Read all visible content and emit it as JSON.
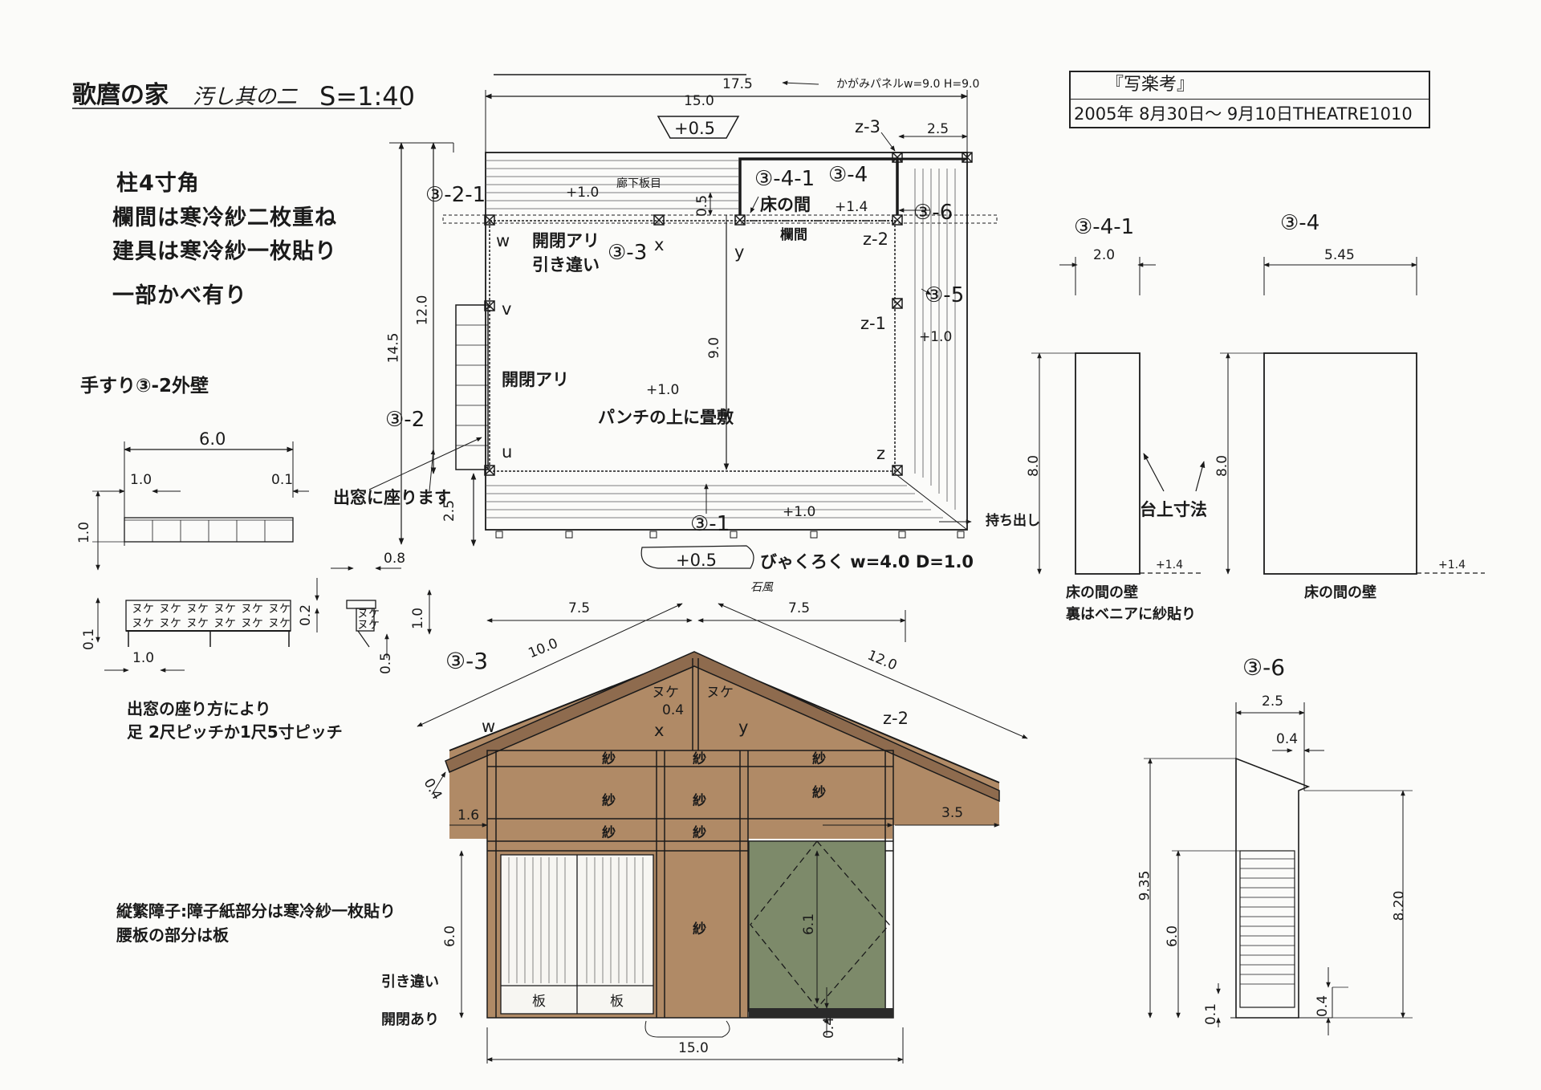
{
  "title": {
    "main": "歌麿の家",
    "sub": "汚し其の二",
    "scale": "S=1:40"
  },
  "production": {
    "name": "『写楽考』",
    "dates": "2005年 8月30日～ 9月10日THEATRE1010"
  },
  "notes": {
    "line1": "柱4寸角",
    "line2": "欄間は寒冷紗二枚重ね",
    "line3": "建具は寒冷紗一枚貼り",
    "line4": "一部かべ有り"
  },
  "handrail": {
    "title": "手すり③-2外壁",
    "dims": {
      "width": "6.0",
      "side": "1.0",
      "edge": "0.1",
      "height": "1.0",
      "d08": "0.8",
      "d02": "0.2",
      "d10b": "1.0",
      "d05": "0.5",
      "d01": "0.1",
      "pitch": "1.0"
    },
    "nuki": "ヌケ",
    "note1": "出窓の座り方により",
    "note2": "足 2尺ピッチか1尺5寸ピッチ"
  },
  "plan": {
    "dim_top": "17.5",
    "dim_15": "15.0",
    "mirror_panel": "かがみパネルw=9.0 H=9.0",
    "dim_25": "2.5",
    "dim_145": "14.5",
    "dim_120": "12.0",
    "dim_90": "9.0",
    "dim_05": "0.5",
    "dim_25b": "2.5",
    "plus05": "+0.5",
    "plus10": "+1.0",
    "plus14": "+1.4",
    "corridor": "廊下板目",
    "tokonoma": "床の間",
    "ranma": "欄間",
    "kaihei_hikichigai1": "開閉アリ",
    "kaihei_hikichigai2": "引き違い",
    "kaihei": "開閉アリ",
    "tatami": "パンチの上に畳敷",
    "demado": "出窓に座ります",
    "mochidashi": "持ち出し",
    "byakuroku": "びゃくろく w=4.0 D=1.0",
    "ishi": "石風",
    "id_3_1": "③-1",
    "id_3_2": "③-2",
    "id_3_2_1": "③-2-1",
    "id_3_3": "③-3",
    "id_3_4": "③-4",
    "id_3_4_1": "③-4-1",
    "id_3_5": "③-5",
    "id_3_6": "③-6",
    "pt_w": "w",
    "pt_x": "x",
    "pt_y": "y",
    "pt_z": "z",
    "pt_z1": "z-1",
    "pt_z2": "z-2",
    "pt_z3": "z-3",
    "pt_u": "u",
    "pt_v": "v"
  },
  "elevation_3_3": {
    "label": "③-3",
    "dim_75a": "7.5",
    "dim_75b": "7.5",
    "dim_100": "10.0",
    "dim_120": "12.0",
    "dim_04a": "0.4",
    "dim_04b": "0.4",
    "dim_04c": "0.4",
    "dim_16": "1.6",
    "dim_35": "3.5",
    "dim_60": "6.0",
    "dim_61": "6.1",
    "dim_150": "15.0",
    "nuke": "ヌケ",
    "sha": "紗",
    "ita": "板",
    "pt_w": "w",
    "pt_x": "x",
    "pt_y": "y",
    "pt_z2": "z-2",
    "hikichigai": "引き違い",
    "kaihei_ari": "開閉あり",
    "shoji_note1": "縦繁障子:障子紙部分は寒冷紗一枚貼り",
    "shoji_note2": "腰板の部分は板"
  },
  "wall_3_4_1": {
    "label": "③-4-1",
    "width": "2.0",
    "height": "8.0",
    "plus14": "+1.4",
    "caption1": "床の間の壁",
    "caption2": "裏はベニアに紗貼り"
  },
  "wall_3_4": {
    "label": "③-4",
    "width": "5.45",
    "height": "8.0",
    "plus14": "+1.4",
    "caption": "床の間の壁",
    "daijo": "台上寸法"
  },
  "elev_3_6": {
    "label": "③-6",
    "width": "2.5",
    "d04": "0.4",
    "h935": "9.35",
    "h60": "6.0",
    "h01": "0.1",
    "h820": "8.20",
    "h04": "0.4"
  },
  "colors": {
    "wood": "#b08a66",
    "wood_dark": "#8e6b4e",
    "green_wall": "#7d8a6a",
    "ink": "#1a1a1a"
  }
}
